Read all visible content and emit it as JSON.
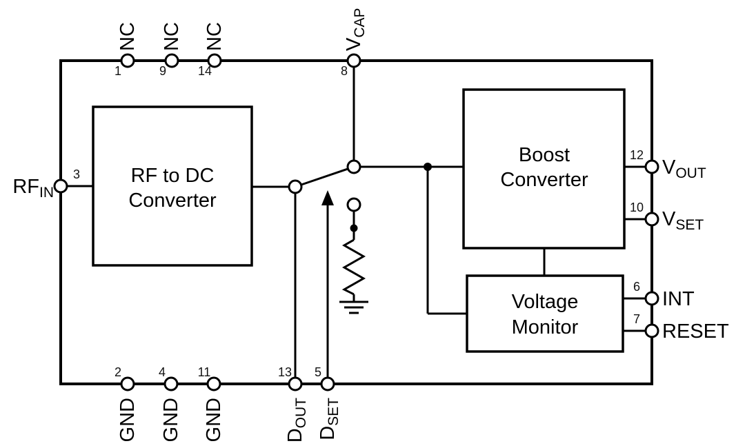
{
  "diagram": {
    "colors": {
      "line": "#000000",
      "background": "#ffffff"
    },
    "blocks": {
      "rf_to_dc": {
        "line1": "RF to DC",
        "line2": "Converter"
      },
      "boost": {
        "line1": "Boost",
        "line2": "Converter"
      },
      "voltage_monitor": {
        "line1": "Voltage",
        "line2": "Monitor"
      }
    },
    "pins": {
      "nc1": {
        "label": "NC",
        "number": "1"
      },
      "nc9": {
        "label": "NC",
        "number": "9"
      },
      "nc14": {
        "label": "NC",
        "number": "14"
      },
      "vcap": {
        "label": "V",
        "sub": "CAP",
        "number": "8"
      },
      "rfin": {
        "label": "RF",
        "sub": "IN",
        "number": "3"
      },
      "gnd2": {
        "label": "GND",
        "number": "2"
      },
      "gnd4": {
        "label": "GND",
        "number": "4"
      },
      "gnd11": {
        "label": "GND",
        "number": "11"
      },
      "dout": {
        "label": "D",
        "sub": "OUT",
        "number": "13"
      },
      "dset": {
        "label": "D",
        "sub": "SET",
        "number": "5"
      },
      "vout": {
        "label": "V",
        "sub": "OUT",
        "number": "12"
      },
      "vset": {
        "label": "V",
        "sub": "SET",
        "number": "10"
      },
      "int": {
        "label": "INT",
        "number": "6"
      },
      "reset": {
        "label": "RESET",
        "number": "7"
      }
    }
  }
}
